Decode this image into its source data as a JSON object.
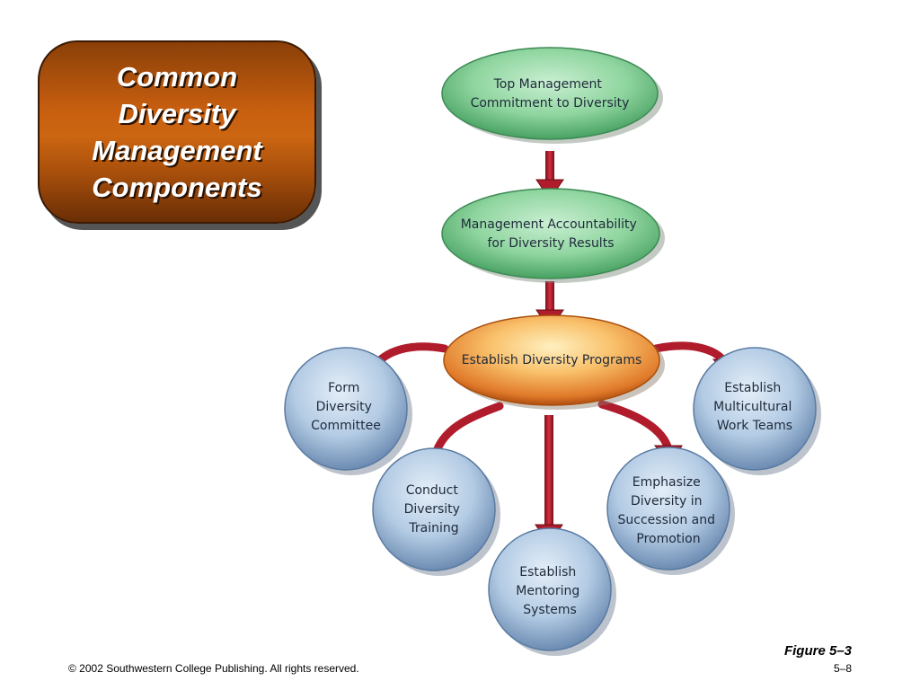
{
  "title": {
    "lines": [
      "Common",
      "Diversity",
      "Management",
      "Components"
    ]
  },
  "nodes": {
    "top_management": {
      "lines": [
        "Top Management",
        "Commitment to Diversity"
      ]
    },
    "accountability": {
      "lines": [
        "Management Accountability",
        "for Diversity Results"
      ]
    },
    "programs": {
      "lines": [
        "Establish Diversity Programs"
      ]
    },
    "committee": {
      "lines": [
        "Form",
        "Diversity",
        "Committee"
      ]
    },
    "multicultural": {
      "lines": [
        "Establish",
        "Multicultural",
        "Work Teams"
      ]
    },
    "training": {
      "lines": [
        "Conduct",
        "Diversity",
        "Training"
      ]
    },
    "succession": {
      "lines": [
        "Emphasize",
        "Diversity in",
        "Succession and",
        "Promotion"
      ]
    },
    "mentoring": {
      "lines": [
        "Establish",
        "Mentoring",
        "Systems"
      ]
    }
  },
  "footer": {
    "figure": "Figure 5–3",
    "copyright": "© 2002 Southwestern College Publishing. All rights reserved.",
    "page": "5–8"
  },
  "colors": {
    "title_box": "#c85f10",
    "green_node": "#90d5a0",
    "blue_node": "#b4cde6",
    "center_node": "#f3a24a",
    "arrow": "#b01c2c"
  }
}
